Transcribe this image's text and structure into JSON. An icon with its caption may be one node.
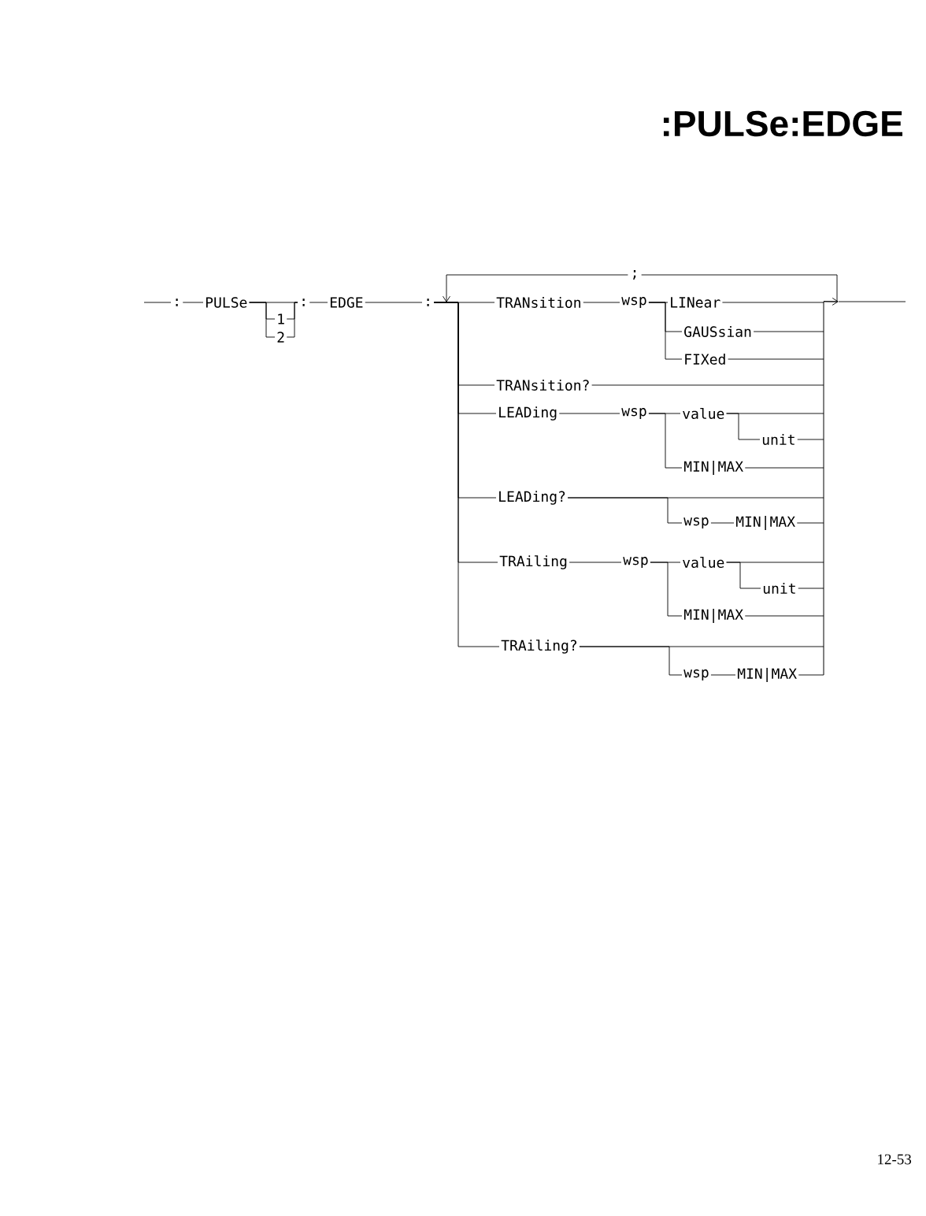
{
  "diagram": {
    "title": ":PULSe:EDGE",
    "nodes": [
      {
        "text": [
          ":"
        ]
      },
      {
        "text": [
          "PULSe"
        ]
      },
      {
        "text": [
          "1"
        ]
      },
      {
        "text": [
          "2"
        ]
      },
      {
        "text": [
          ":"
        ]
      },
      {
        "text": [
          "EDGE"
        ]
      },
      {
        "text": [
          ":"
        ]
      },
      {
        "text": [
          ";"
        ]
      },
      {
        "text": [
          "TRANsition"
        ]
      },
      {
        "text": [
          "wsp"
        ]
      },
      {
        "text": [
          "LINear"
        ]
      },
      {
        "text": [
          "GAUSsian"
        ]
      },
      {
        "text": [
          "FIXed"
        ]
      },
      {
        "text": [
          "TRANsition?"
        ]
      },
      {
        "text": [
          "LEADing"
        ]
      },
      {
        "text": [
          "wsp"
        ]
      },
      {
        "text": [
          "value"
        ]
      },
      {
        "text": [
          "unit"
        ]
      },
      {
        "text": [
          "MIN|MAX"
        ]
      },
      {
        "text": [
          "LEADing?"
        ]
      },
      {
        "text": [
          "wsp"
        ]
      },
      {
        "text": [
          "MIN|MAX"
        ]
      },
      {
        "text": [
          "TRAiling"
        ]
      },
      {
        "text": [
          "wsp"
        ]
      },
      {
        "text": [
          "value"
        ]
      },
      {
        "text": [
          "unit"
        ]
      },
      {
        "text": [
          "MIN|MAX"
        ]
      },
      {
        "text": [
          "TRAiling?"
        ]
      },
      {
        "text": [
          "wsp"
        ]
      },
      {
        "text": [
          "MIN|MAX"
        ]
      },
      {
        "text": [],
        "shape": "bar"
      }
    ],
    "edges": [
      {
        "from": null,
        "to": 0,
        "arrow": "none"
      },
      {
        "from": 0,
        "to": 1,
        "arrow": "none"
      },
      {
        "from": 1,
        "to": 4,
        "arrow": "none"
      },
      {
        "from": 1,
        "to": 2,
        "arrow": "none"
      },
      {
        "from": 1,
        "to": 3,
        "arrow": "none"
      },
      {
        "from": 2,
        "to": 4,
        "arrow": "none"
      },
      {
        "from": 3,
        "to": 4,
        "arrow": "none"
      },
      {
        "from": 4,
        "to": 5,
        "arrow": "none"
      },
      {
        "from": 5,
        "to": 6,
        "arrow": "none"
      },
      {
        "from": 6,
        "to": 8,
        "arrow": "none"
      },
      {
        "from": 6,
        "to": 13,
        "arrow": "none"
      },
      {
        "from": 6,
        "to": 14,
        "arrow": "none"
      },
      {
        "from": 6,
        "to": 19,
        "arrow": "none"
      },
      {
        "from": 6,
        "to": 22,
        "arrow": "none"
      },
      {
        "from": 6,
        "to": 27,
        "arrow": "none"
      },
      {
        "from": 7,
        "to": 6,
        "arrow": "to"
      },
      {
        "from": 8,
        "to": 9,
        "arrow": "none"
      },
      {
        "from": 9,
        "to": 10,
        "arrow": "none"
      },
      {
        "from": 9,
        "to": 11,
        "arrow": "none"
      },
      {
        "from": 9,
        "to": 12,
        "arrow": "none"
      },
      {
        "from": 10,
        "to": 30,
        "arrow": "none"
      },
      {
        "from": 11,
        "to": 30,
        "arrow": "none"
      },
      {
        "from": 12,
        "to": 30,
        "arrow": "none"
      },
      {
        "from": 13,
        "to": 30,
        "arrow": "none"
      },
      {
        "from": 14,
        "to": 15,
        "arrow": "none"
      },
      {
        "from": 15,
        "to": 16,
        "arrow": "none"
      },
      {
        "from": 15,
        "to": 18,
        "arrow": "none"
      },
      {
        "from": 16,
        "to": 17,
        "arrow": "none"
      },
      {
        "from": 16,
        "to": 30,
        "arrow": "none"
      },
      {
        "from": 17,
        "to": 30,
        "arrow": "none"
      },
      {
        "from": 18,
        "to": 30,
        "arrow": "none"
      },
      {
        "from": 19,
        "to": 30,
        "arrow": "none"
      },
      {
        "from": 19,
        "to": 20,
        "arrow": "none"
      },
      {
        "from": 20,
        "to": 21,
        "arrow": "none"
      },
      {
        "from": 21,
        "to": 30,
        "arrow": "none"
      },
      {
        "from": 22,
        "to": 23,
        "arrow": "none"
      },
      {
        "from": 23,
        "to": 24,
        "arrow": "none"
      },
      {
        "from": 23,
        "to": 26,
        "arrow": "none"
      },
      {
        "from": 24,
        "to": 25,
        "arrow": "none"
      },
      {
        "from": 24,
        "to": 30,
        "arrow": "none"
      },
      {
        "from": 25,
        "to": 30,
        "arrow": "none"
      },
      {
        "from": 26,
        "to": 30,
        "arrow": "none"
      },
      {
        "from": 27,
        "to": 30,
        "arrow": "none"
      },
      {
        "from": 27,
        "to": 28,
        "arrow": "none"
      },
      {
        "from": 28,
        "to": 29,
        "arrow": "none"
      },
      {
        "from": 29,
        "to": 30,
        "arrow": "none"
      },
      {
        "from": 30,
        "to": 7,
        "arrow": "none"
      },
      {
        "from": 30,
        "to": null,
        "arrow": "to"
      }
    ],
    "labels": [
      "12-53"
    ]
  }
}
